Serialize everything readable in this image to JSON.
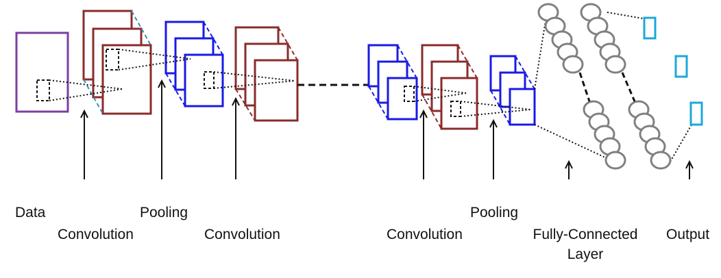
{
  "labels": {
    "data": "Data",
    "conv1": "Convolution",
    "pool1": "Pooling",
    "conv2": "Convolution",
    "pool2": "Pooling",
    "conv3": "Convolution",
    "fc_line1": "Fully-Connected",
    "fc_line2": "Layer",
    "output": "Output"
  },
  "colors": {
    "data_box": "#7B3FA0",
    "conv": "#8B2B2B",
    "pool": "#1A1AE6",
    "output_box": "#1BA8D8",
    "neuron_stroke": "#808080",
    "neuron_fill": "#ffffff",
    "connector": "#111111",
    "edge_dash_conv": "#3A90B0"
  },
  "icons": [
    "arrow-up-icon"
  ]
}
